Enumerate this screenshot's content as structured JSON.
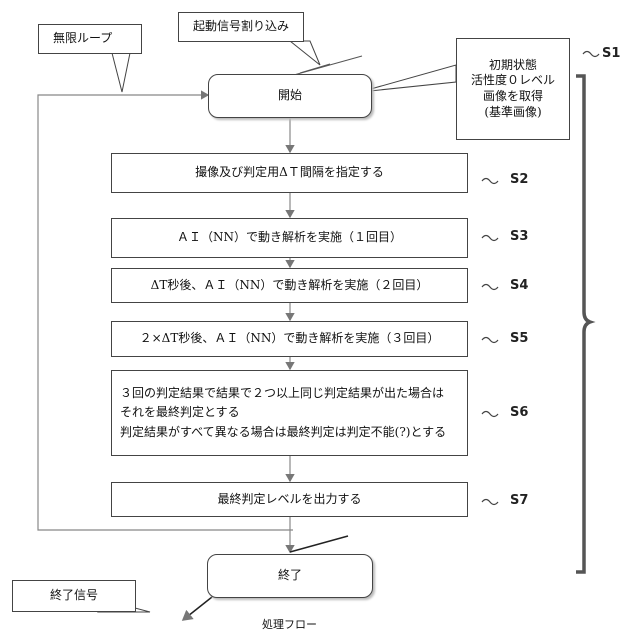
{
  "callouts": {
    "infinite_loop": "無限ループ",
    "interrupt": "起動信号割り込み",
    "end_signal": "終了信号"
  },
  "s1_box": {
    "lines": [
      "初期状態",
      "活性度０レベル",
      "画像を取得",
      "(基準画像)"
    ]
  },
  "flow": {
    "start": "開始",
    "end": "終了",
    "s2": "撮像及び判定用ΔＴ間隔を指定する",
    "s3": "ＡＩ（NN）で動き解析を実施（１回目）",
    "s4": "ΔT秒後、ＡＩ（NN）で動き解析を実施（２回目）",
    "s5": "２×ΔT秒後、ＡＩ（NN）で動き解析を実施（３回目）",
    "s6_lines": [
      "３回の判定結果で結果で２つ以上同じ判定結果が出た場合は",
      "それを最終判定とする",
      "判定結果がすべて異なる場合は最終判定は判定不能(?)とする"
    ],
    "s7": "最終判定レベルを出力する"
  },
  "step_labels": [
    "S1",
    "S2",
    "S3",
    "S4",
    "S5",
    "S6",
    "S7"
  ],
  "caption": "処理フロー"
}
